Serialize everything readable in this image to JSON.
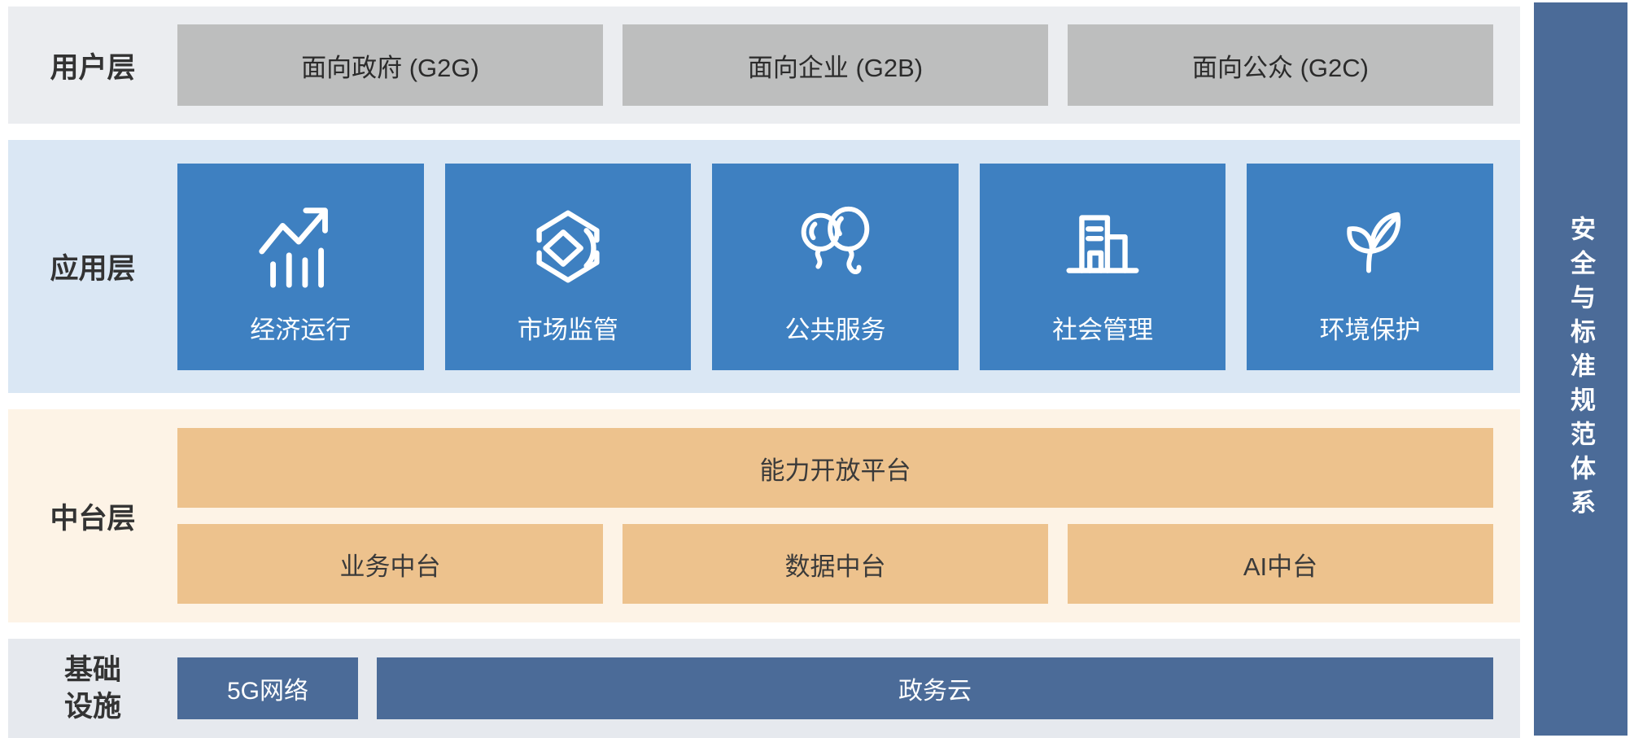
{
  "layers": [
    {
      "name": "用户层",
      "boxes": [
        {
          "label": "面向政府 (G2G)"
        },
        {
          "label": "面向企业 (G2B)"
        },
        {
          "label": "面向公众 (G2C)"
        }
      ]
    },
    {
      "name": "应用层",
      "boxes": [
        {
          "label": "经济运行",
          "icon": "trend-chart-icon"
        },
        {
          "label": "市场监管",
          "icon": "hexagon-cube-icon"
        },
        {
          "label": "公共服务",
          "icon": "balloons-icon"
        },
        {
          "label": "社会管理",
          "icon": "building-icon"
        },
        {
          "label": "环境保护",
          "icon": "leaf-icon"
        }
      ]
    },
    {
      "name": "中台层",
      "platform_box": {
        "label": "能力开放平台"
      },
      "boxes": [
        {
          "label": "业务中台"
        },
        {
          "label": "数据中台"
        },
        {
          "label": "AI中台"
        }
      ]
    },
    {
      "name": "基础设施",
      "boxes": [
        {
          "label": "5G网络"
        },
        {
          "label": "政务云"
        }
      ]
    }
  ],
  "side_bar": {
    "label": "安全与标准规范体系"
  },
  "colors": {
    "user_layer_bg": "#ebedf0",
    "user_box_bg": "#bdbebe",
    "app_layer_bg": "#dae7f4",
    "app_box_bg": "#3e80c1",
    "middle_layer_bg": "#fdf3e6",
    "middle_box_bg": "#edc28d",
    "infra_layer_bg": "#e6e9ee",
    "infra_box_bg": "#4b6b98",
    "side_bar_bg": "#4b6b98",
    "dark_text": "#333333",
    "light_text": "#ffffff"
  }
}
